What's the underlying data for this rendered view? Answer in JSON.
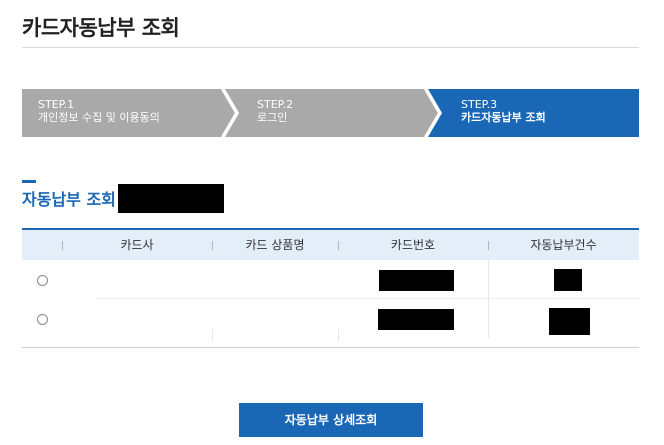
{
  "page": {
    "title": "카드자동납부 조회"
  },
  "steps": [
    {
      "num": "STEP.1",
      "label": "개인정보 수집 및 이용동의",
      "active": false
    },
    {
      "num": "STEP.2",
      "label": "로그인",
      "active": false
    },
    {
      "num": "STEP.3",
      "label": "카드자동납부 조회",
      "active": true
    }
  ],
  "colors": {
    "accent": "#1a67b5",
    "step_inactive": "#a9a9a9",
    "header_bg": "#e3eef9"
  },
  "section": {
    "title": "자동납부 조회"
  },
  "table": {
    "headers": [
      "카드사",
      "카드 상품명",
      "카드번호",
      "자동납부건수"
    ],
    "rows": [
      {
        "card_company": "",
        "product_name": "",
        "card_number": "",
        "count": ""
      },
      {
        "card_company": "",
        "product_name": "",
        "card_number": "",
        "count": ""
      }
    ]
  },
  "button": {
    "label": "자동납부 상세조회"
  }
}
